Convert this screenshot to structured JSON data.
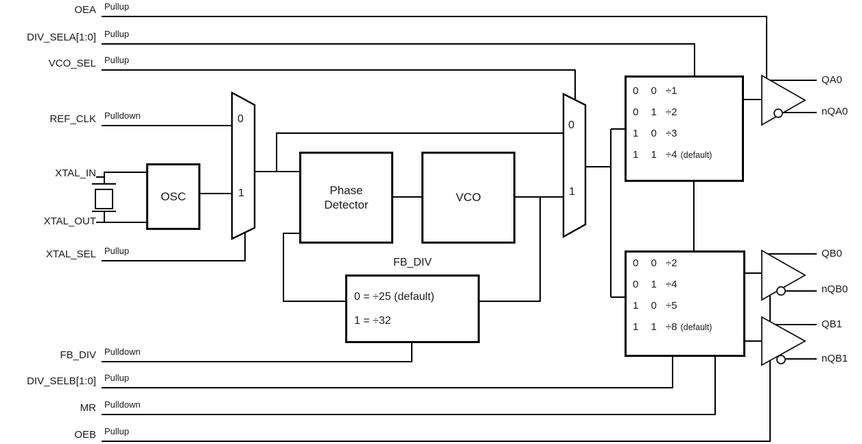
{
  "diagram": {
    "inputs": [
      {
        "label": "OEA",
        "pull": "Pullup"
      },
      {
        "label": "DIV_SELA[1:0]",
        "pull": "Pullup"
      },
      {
        "label": "VCO_SEL",
        "pull": "Pullup"
      },
      {
        "label": "REF_CLK",
        "pull": "Pulldown"
      },
      {
        "label": "XTAL_IN",
        "pull": ""
      },
      {
        "label": "XTAL_OUT",
        "pull": ""
      },
      {
        "label": "XTAL_SEL",
        "pull": "Pullup"
      },
      {
        "label": "FB_DIV",
        "pull": "Pulldown"
      },
      {
        "label": "DIV_SELB[1:0]",
        "pull": "Pullup"
      },
      {
        "label": "MR",
        "pull": "Pulldown"
      },
      {
        "label": "OEB",
        "pull": "Pullup"
      }
    ],
    "outputs": [
      {
        "label": "QA0"
      },
      {
        "label": "nQA0"
      },
      {
        "label": "QB0"
      },
      {
        "label": "nQB0"
      },
      {
        "label": "QB1"
      },
      {
        "label": "nQB1"
      }
    ],
    "blocks": {
      "osc": "OSC",
      "phase_detector": "Phase Detector",
      "vco": "VCO",
      "fb_div": {
        "title": "FB_DIV",
        "rows": [
          "0 = ÷25 (default)",
          "1 = ÷32"
        ]
      }
    },
    "mux": {
      "in0": "0",
      "in1": "1"
    },
    "divider_a": {
      "rows": [
        {
          "bits": "0 0",
          "value": "÷1",
          "note": ""
        },
        {
          "bits": "0 1",
          "value": "÷2",
          "note": ""
        },
        {
          "bits": "1 0",
          "value": "÷3",
          "note": ""
        },
        {
          "bits": "1 1",
          "value": "÷4",
          "note": "(default)"
        }
      ]
    },
    "divider_b": {
      "rows": [
        {
          "bits": "0 0",
          "value": "÷2",
          "note": ""
        },
        {
          "bits": "0 1",
          "value": "÷4",
          "note": ""
        },
        {
          "bits": "1 0",
          "value": "÷5",
          "note": ""
        },
        {
          "bits": "1 1",
          "value": "÷8",
          "note": "(default)"
        }
      ]
    }
  }
}
